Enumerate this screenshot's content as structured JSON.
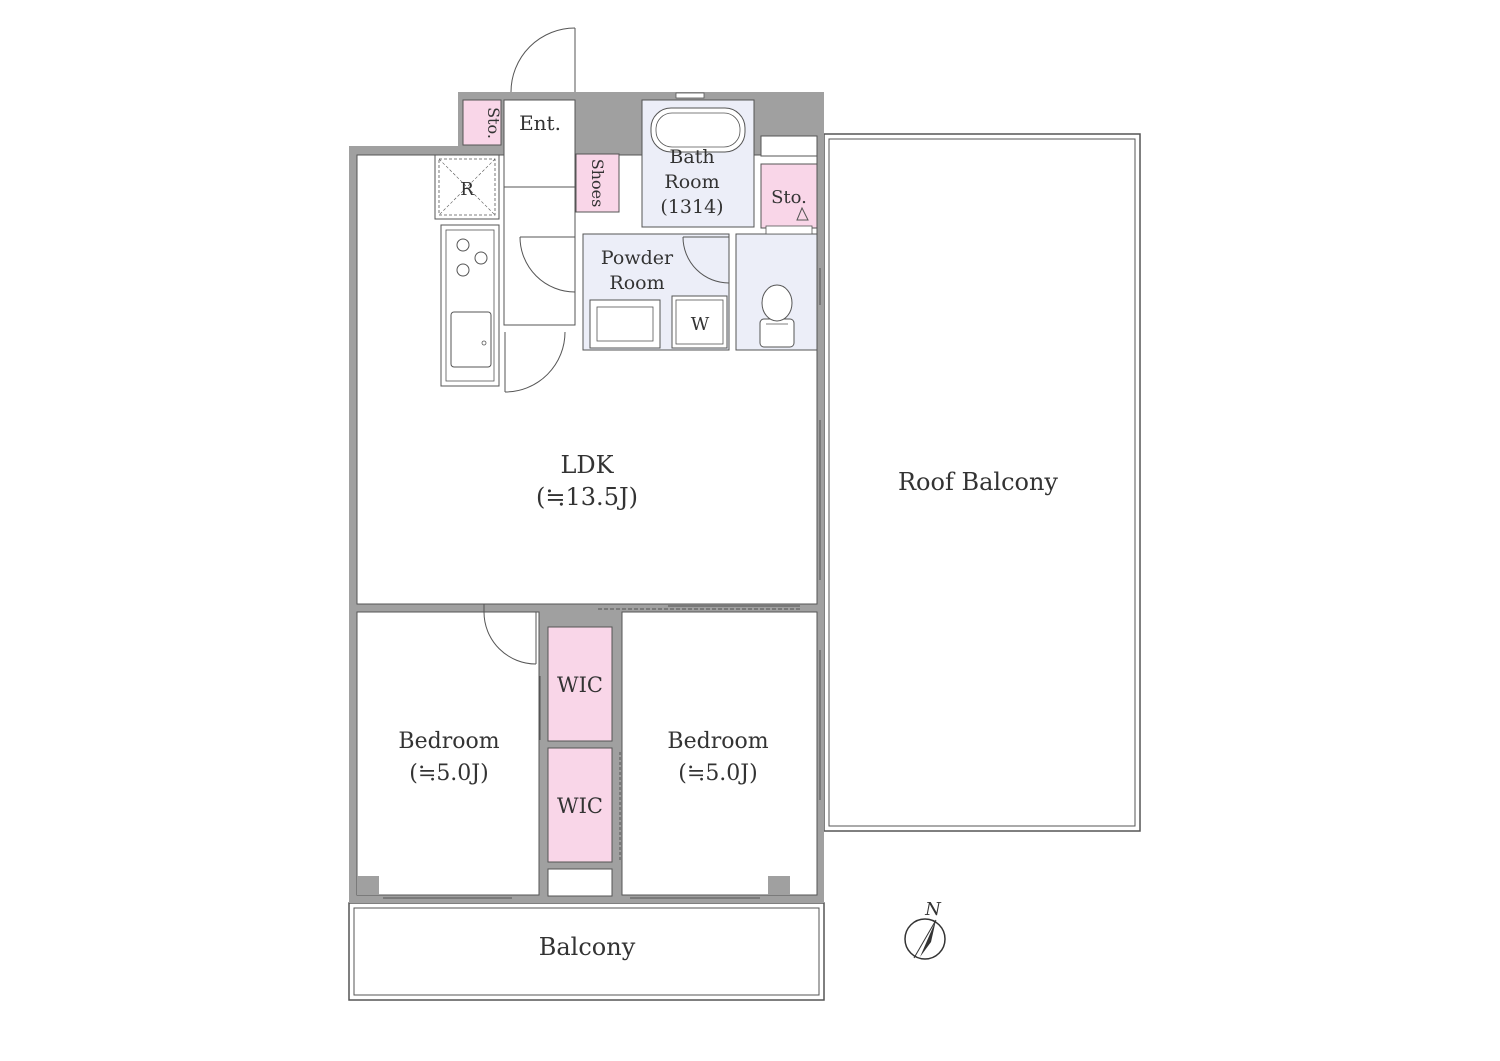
{
  "plan": {
    "rooms": {
      "ldk": {
        "name": "LDK",
        "size": "(≒13.5J)"
      },
      "roof_balcony": {
        "name": "Roof Balcony"
      },
      "balcony": {
        "name": "Balcony"
      },
      "bedroom_west": {
        "name": "Bedroom",
        "size": "(≒5.0J)"
      },
      "bedroom_east": {
        "name": "Bedroom",
        "size": "(≒5.0J)"
      },
      "wic_upper": {
        "name": "WIC"
      },
      "wic_lower": {
        "name": "WIC"
      },
      "entrance": {
        "name": "Ent."
      },
      "storage_entrance": {
        "name": "Sto."
      },
      "shoes": {
        "name": "Shoes"
      },
      "bath": {
        "line1": "Bath",
        "line2": "Room",
        "line3": "(1314)"
      },
      "storage_bath": {
        "name": "Sto."
      },
      "powder": {
        "line1": "Powder",
        "line2": "Room"
      },
      "washer": {
        "name": "W"
      },
      "fridge": {
        "name": "R"
      }
    },
    "compass": {
      "label": "N"
    }
  },
  "colors": {
    "wall": "#a0a0a0",
    "storage": "#f9d6e8",
    "wet_area": "#eceef8",
    "floor": "#ffffff",
    "line": "#555555"
  }
}
